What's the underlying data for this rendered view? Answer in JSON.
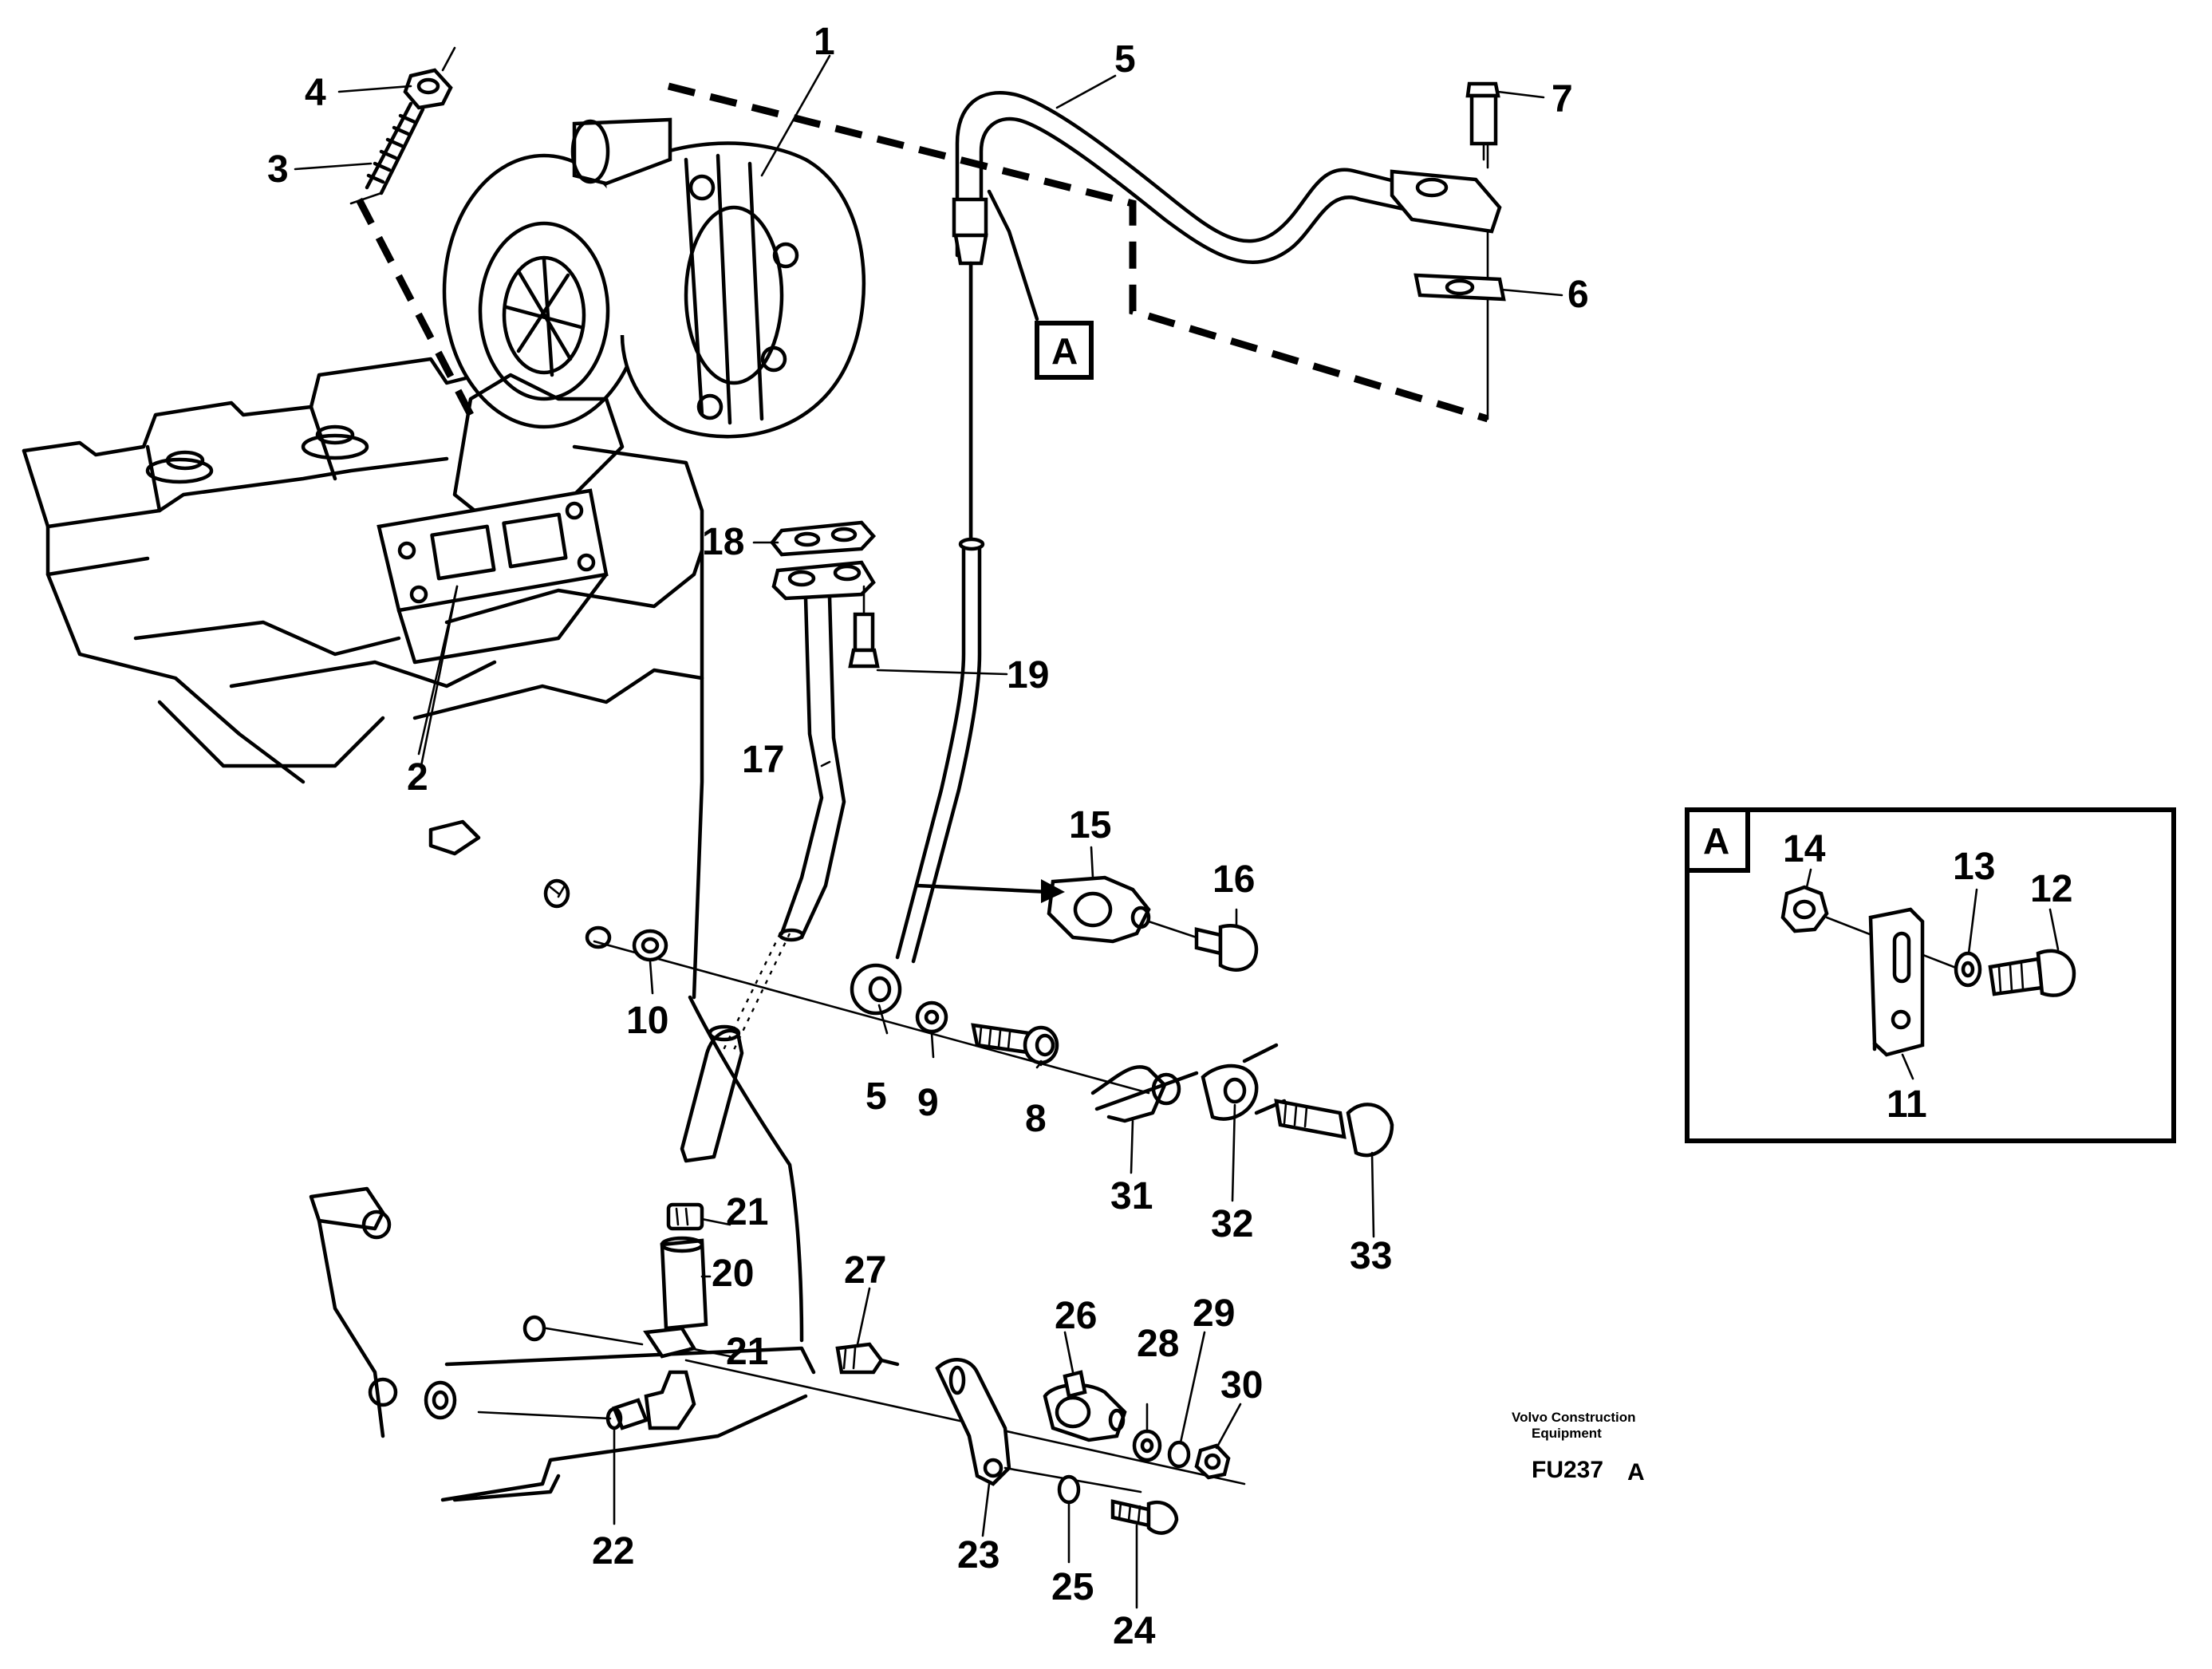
{
  "callouts": {
    "c1": "1",
    "c2": "2",
    "c3": "3",
    "c4": "4",
    "c5a": "5",
    "c5b": "5",
    "c6": "6",
    "c7": "7",
    "c8": "8",
    "c9": "9",
    "c10": "10",
    "c11": "11",
    "c12": "12",
    "c13": "13",
    "c14": "14",
    "c15": "15",
    "c16": "16",
    "c17": "17",
    "c18": "18",
    "c19": "19",
    "c20": "20",
    "c21a": "21",
    "c21b": "21",
    "c22": "22",
    "c23": "23",
    "c24": "24",
    "c25": "25",
    "c26": "26",
    "c27": "27",
    "c28": "28",
    "c29": "29",
    "c30": "30",
    "c31": "31",
    "c32": "32",
    "c33": "33"
  },
  "detail_marker": "A",
  "detail_box_label": "A",
  "footer": {
    "brand_line1": "Volvo Construction",
    "brand_line2": "Equipment",
    "drawing_code": "FU237",
    "drawing_suffix": "A"
  }
}
